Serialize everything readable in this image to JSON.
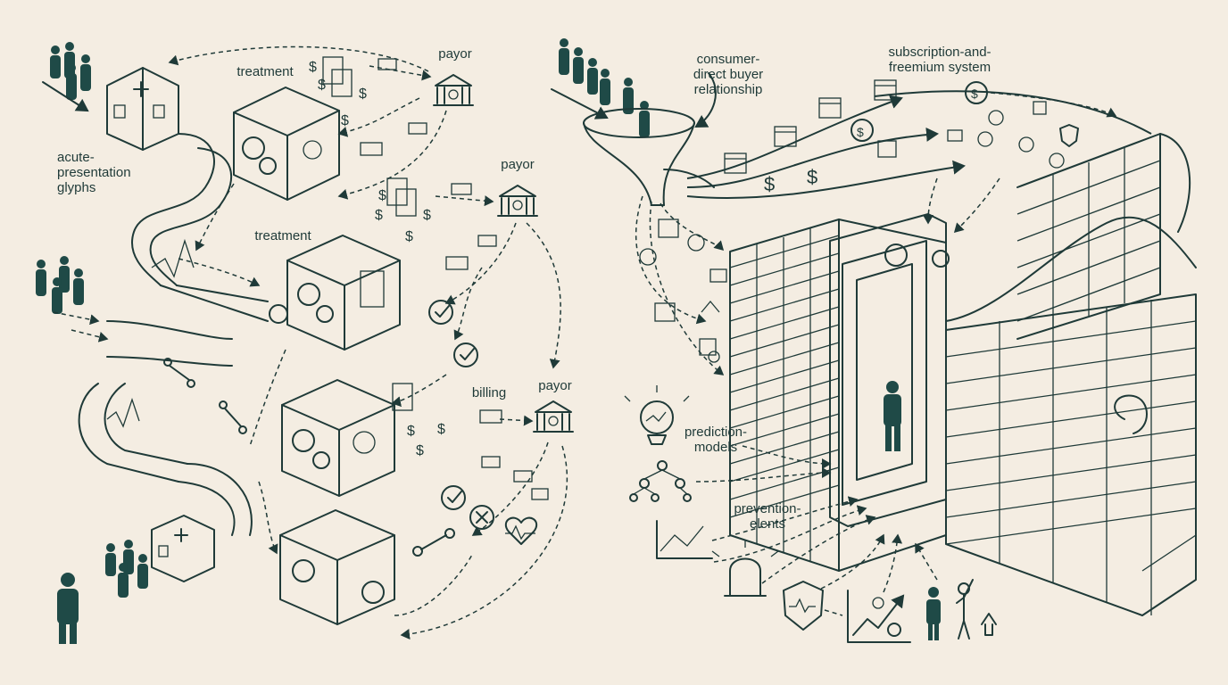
{
  "labels": {
    "acute": "acute-\npresentation\nglyphs",
    "treatment1": "treatment",
    "treatment2": "treatment",
    "payor1": "payor",
    "payor2": "payor",
    "payor3": "payor",
    "billing": "billing",
    "consumer": "consumer-\ndirect buyer\nrelationship",
    "subscription": "subscription-and-\nfreemium system",
    "prediction": "prediction-\nmodels",
    "prevention": "prevention-\nelents"
  },
  "colors": {
    "background": "#f4ede2",
    "ink": "#1f3a38",
    "figure": "#1f4a47"
  },
  "icons": [
    "person-group-icon",
    "hospital-icon",
    "pipe-icon",
    "gear-icon",
    "bank-icon",
    "dollar-icon",
    "document-icon",
    "check-icon",
    "bone-icon",
    "heartbeat-icon",
    "funnel-icon",
    "calendar-icon",
    "spreadsheet-icon",
    "shield-icon",
    "lightbulb-icon",
    "tree-diagram-icon",
    "alarm-icon",
    "trend-chart-icon"
  ]
}
